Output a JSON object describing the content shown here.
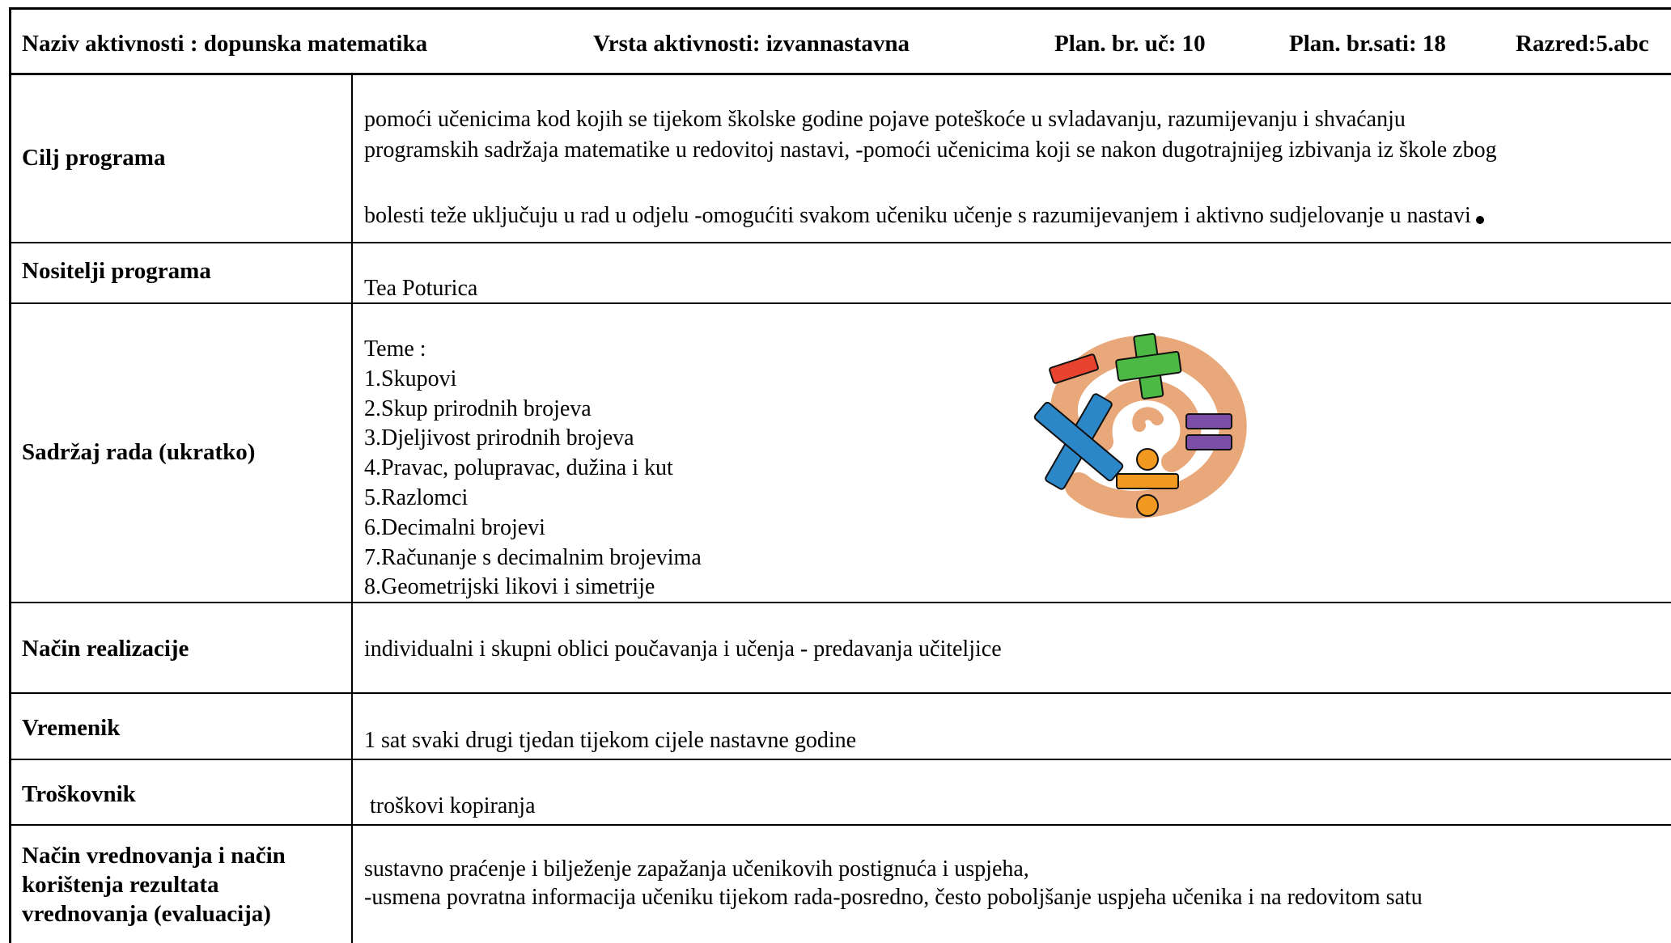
{
  "header": {
    "activity_name": "Naziv aktivnosti : dopunska matematika",
    "activity_type": "Vrsta aktivnosti: izvannastavna",
    "planned_students": "Plan. br. uč: 10",
    "planned_hours": "Plan. br.sati: 18",
    "grade": "Razred:5.abc"
  },
  "rows": {
    "goal": {
      "label": "Cilj  programa",
      "lines": [
        "pomoći učenicima kod kojih se tijekom školske godine pojave poteškoće u svladavanju, razumijevanju i shvaćanju",
        "programskih sadržaja matematike u redovitoj nastavi, -pomoći učenicima koji se nakon dugotrajnijeg izbivanja iz škole zbog",
        "bolesti teže uključuju u rad u odjelu -omogućiti svakom učeniku učenje s razumijevanjem i aktivno sudjelovanje u nastavi"
      ]
    },
    "holders": {
      "label": "Nositelji programa",
      "value": "Tea Poturica"
    },
    "content": {
      "label": "Sadržaj  rada (ukratko)",
      "heading": "Teme :",
      "topics": [
        "1.Skupovi",
        "2.Skup prirodnih brojeva",
        "3.Djeljivost prirodnih brojeva",
        "4.Pravac, polupravac, dužina i kut",
        "5.Razlomci",
        "6.Decimalni brojevi",
        "7.Računanje s decimalnim brojevima",
        "8.Geometrijski likovi i simetrije"
      ],
      "logo_icon": "math-operations-icon"
    },
    "realization": {
      "label": "Način   realizacije",
      "value": "individualni i skupni oblici poučavanja i učenja - predavanja učiteljice"
    },
    "timeline": {
      "label": "Vremenik",
      "value": "1 sat svaki drugi tjedan tijekom cijele nastavne godine"
    },
    "costs": {
      "label": "Troškovnik",
      "value": " troškovi kopiranja"
    },
    "evaluation": {
      "label_lines": [
        "Način  vrednovanja i način",
        "korištenja rezultata",
        "vrednovanja (evaluacija)"
      ],
      "lines": [
        "sustavno praćenje i bilježenje zapažanja učenikovih postignuća i uspjeha,",
        "-usmena povratna informacija učeniku tijekom rada-posredno, često poboljšanje uspjeha učenika i na redovitom satu"
      ]
    }
  },
  "colors": {
    "swirl": "#e8a87a",
    "minus": "#e8432e",
    "plus": "#4cb944",
    "times": "#2c87c9",
    "equals": "#7b4fa8",
    "divide": "#f29a1f"
  }
}
